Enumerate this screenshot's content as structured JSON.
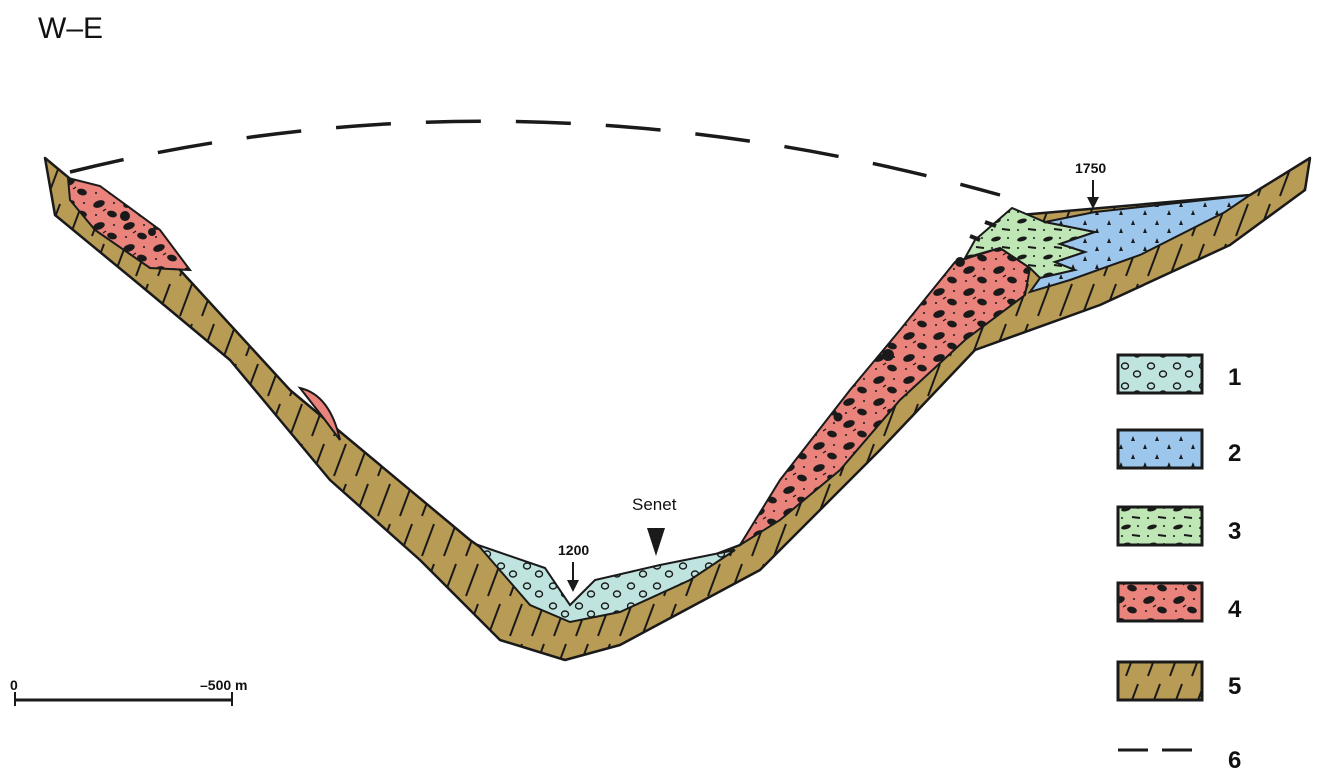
{
  "orientation": "W–E",
  "scale": {
    "start": "0",
    "end": "–500 m"
  },
  "annotations": {
    "valley_floor_elevation": "1200",
    "plateau_elevation": "1750",
    "place_name": "Senet"
  },
  "legend": [
    {
      "number": "1",
      "color": "#bfe3de",
      "pattern": "pebbles-icon"
    },
    {
      "number": "2",
      "color": "#9dc6ec",
      "pattern": "triangles-icon"
    },
    {
      "number": "3",
      "color": "#bfe6b5",
      "pattern": "dashes-icon"
    },
    {
      "number": "4",
      "color": "#e9837b",
      "pattern": "blocks-icon"
    },
    {
      "number": "5",
      "color": "#b89b55",
      "pattern": "hatch-icon"
    },
    {
      "number": "6",
      "pattern": "dashed-line-icon"
    }
  ],
  "colors": {
    "bedrock": "#b89b55",
    "alluvium": "#bfe3de",
    "scree": "#9dc6ec",
    "mixed": "#bfe6b5",
    "moraine": "#e9837b",
    "outline": "#1a1a1a"
  }
}
